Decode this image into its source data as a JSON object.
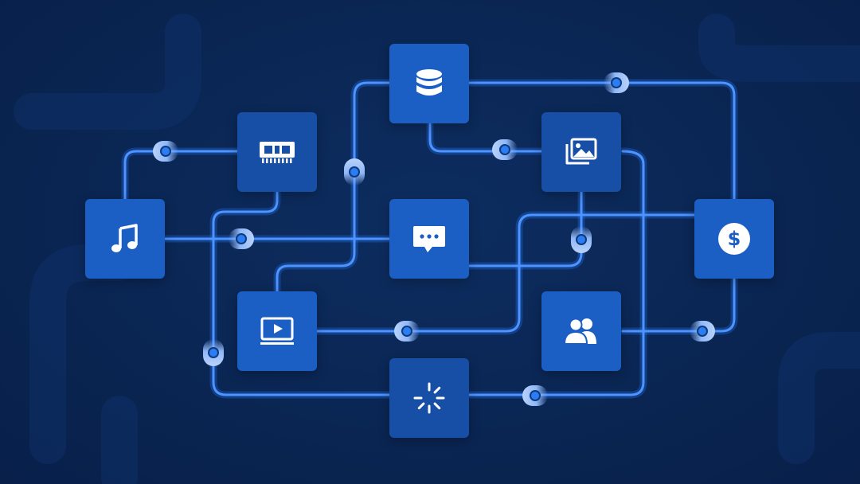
{
  "colors": {
    "background": "#0b2754",
    "wire": "#4f93ff",
    "node_bright": "#1c5fc4",
    "node_mid": "#184fa6",
    "node_dark": "#163f86",
    "connector_dot": "#2a7df5",
    "icon": "#ffffff"
  },
  "nodes": [
    {
      "id": "music",
      "icon": "music-note-icon",
      "shade": "bright"
    },
    {
      "id": "memory",
      "icon": "memory-chip-icon",
      "shade": "mid"
    },
    {
      "id": "database",
      "icon": "database-icon",
      "shade": "bright"
    },
    {
      "id": "images",
      "icon": "image-gallery-icon",
      "shade": "mid"
    },
    {
      "id": "chat",
      "icon": "chat-bubble-icon",
      "shade": "bright"
    },
    {
      "id": "dollar",
      "icon": "dollar-coin-icon",
      "shade": "bright"
    },
    {
      "id": "video",
      "icon": "video-play-icon",
      "shade": "bright"
    },
    {
      "id": "users",
      "icon": "users-group-icon",
      "shade": "bright"
    },
    {
      "id": "loading",
      "icon": "loading-spinner-icon",
      "shade": "mid"
    }
  ],
  "connectors": [
    {
      "id": "c1",
      "icon": "connector-dot-icon"
    },
    {
      "id": "c2",
      "icon": "connector-dot-icon"
    },
    {
      "id": "c3",
      "icon": "connector-dot-icon"
    },
    {
      "id": "c4",
      "icon": "connector-dot-icon"
    },
    {
      "id": "c5",
      "icon": "connector-dot-icon"
    },
    {
      "id": "c6",
      "icon": "connector-dot-icon"
    },
    {
      "id": "c7",
      "icon": "connector-dot-icon"
    },
    {
      "id": "c8",
      "icon": "connector-dot-icon"
    },
    {
      "id": "c9",
      "icon": "connector-dot-icon"
    },
    {
      "id": "c10",
      "icon": "connector-dot-icon"
    }
  ]
}
